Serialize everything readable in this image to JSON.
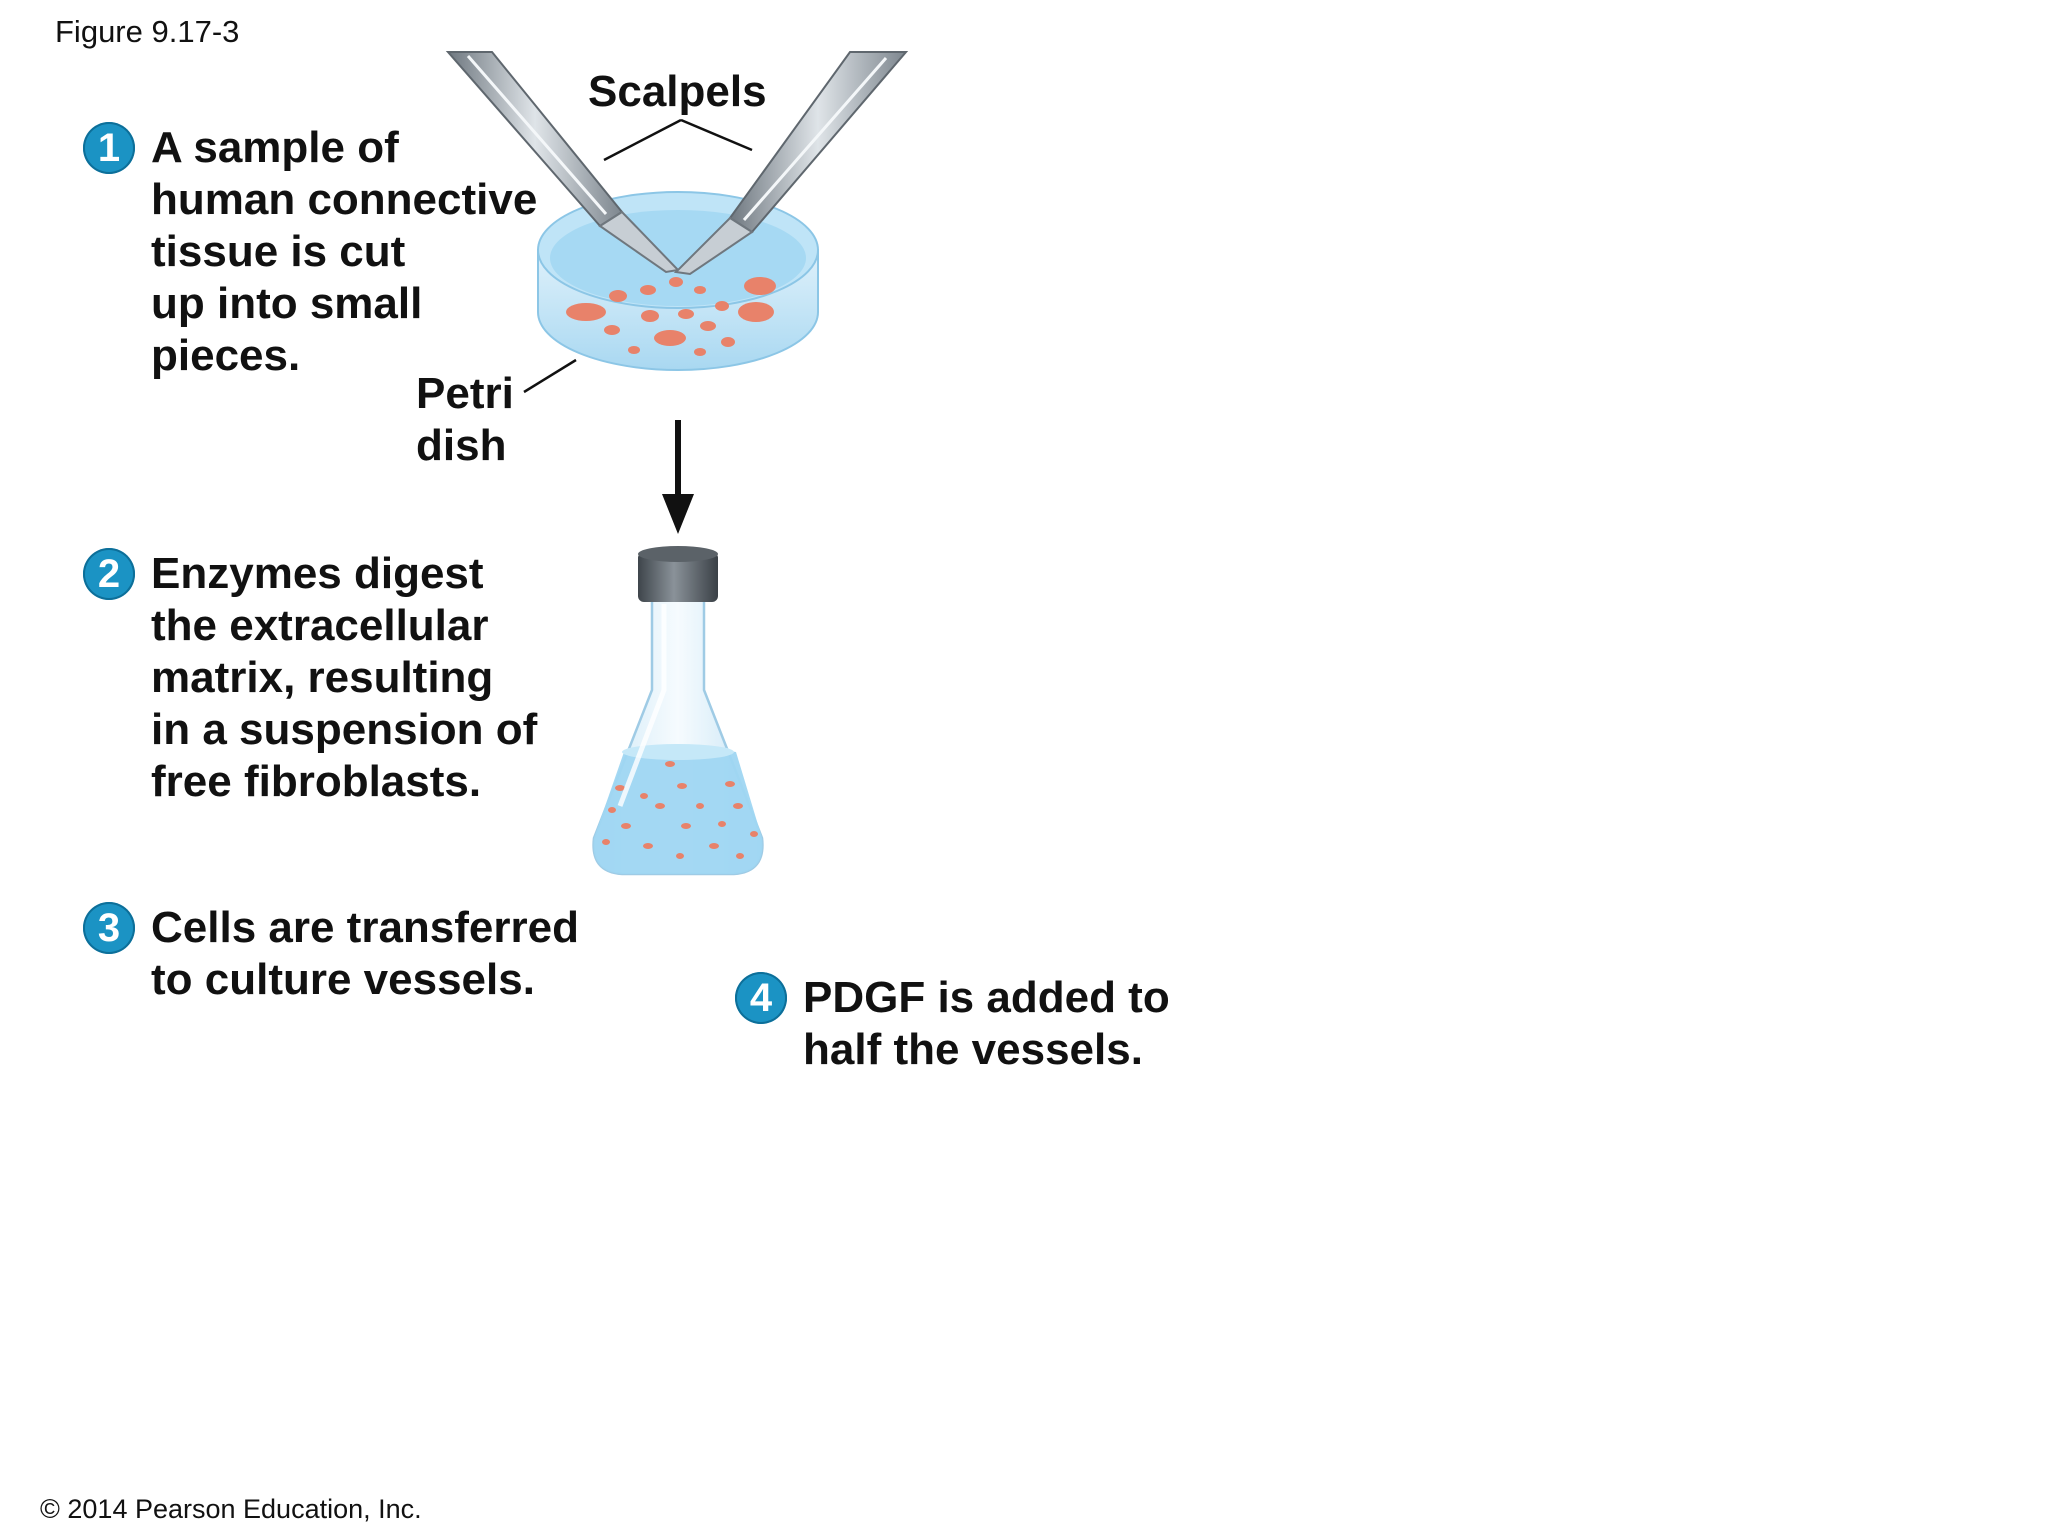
{
  "figure_label": "Figure 9.17-3",
  "copyright": "© 2014 Pearson Education, Inc.",
  "labels": {
    "scalpels": "Scalpels",
    "petri_dish": "Petri\ndish"
  },
  "steps": [
    {
      "number": "1",
      "text": "A sample of\nhuman connective\ntissue is cut\nup into small\npieces."
    },
    {
      "number": "2",
      "text": "Enzymes digest\nthe extracellular\nmatrix, resulting\nin a suspension of\nfree fibroblasts."
    },
    {
      "number": "3",
      "text": "Cells are transferred\nto culture vessels."
    },
    {
      "number": "4",
      "text": "PDGF is added to\nhalf the vessels."
    }
  ],
  "colors": {
    "badge": "#1b93c4",
    "liquid": "#9fd6f2",
    "cells": "#e8826a",
    "metal": "#9aa3ab",
    "cap": "#4a5056"
  }
}
